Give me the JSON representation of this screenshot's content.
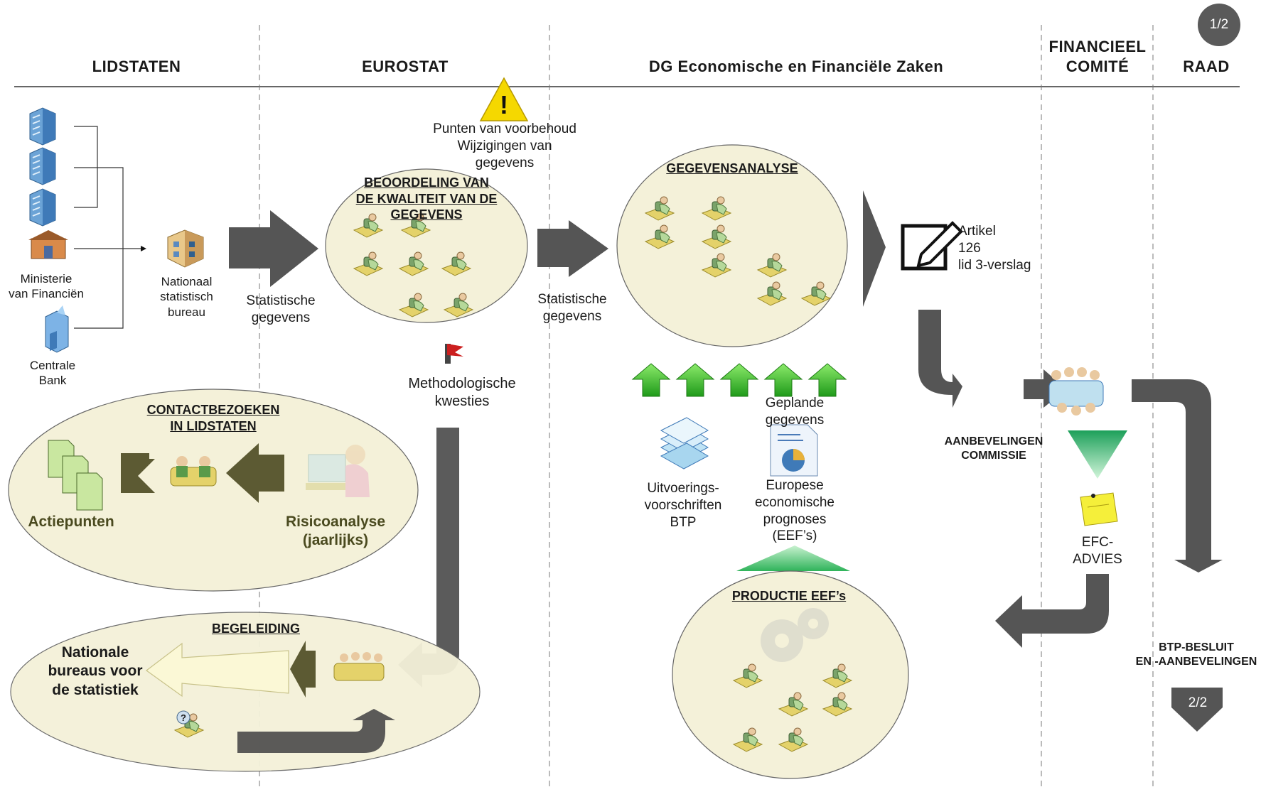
{
  "columns": {
    "lidstaten": "LIDSTATEN",
    "eurostat": "EUROSTAT",
    "dg": "DG Economische en Financiële Zaken",
    "financieel_comite": "FINANCIEEL\nCOMITÉ",
    "raad": "RAAD"
  },
  "pages": {
    "current": "1/2",
    "next": "2/2"
  },
  "lidstaten": {
    "ministerie": "Ministerie\nvan Financiën",
    "centrale_bank": "Centrale\nBank",
    "nsb": "Nationaal\nstatistisch\nbureau"
  },
  "flows": {
    "statistische_gegevens_1": "Statistische\ngegevens",
    "statistische_gegevens_2": "Statistische\ngegevens"
  },
  "eurostat": {
    "warning_text": "Punten van voorbehoud\nWijzigingen van\ngegevens",
    "quality_title": "BEOORDELING VAN\nDE KWALITEIT VAN DE\nGEGEVENS",
    "methodological": "Methodologische\nkwesties"
  },
  "contact": {
    "title": "CONTACTBEZOEKEN\nIN LIDSTATEN",
    "actiepunten": "Actiepunten",
    "risico": "Risicoanalyse\n(jaarlijks)"
  },
  "begeleiding": {
    "title": "BEGELEIDING",
    "national": "Nationale\nbureaus voor\nde statistiek"
  },
  "dg": {
    "analysis_title": "GEGEVENSANALYSE",
    "geplande": "Geplande\ngegevens",
    "uitvoering": "Uitvoerings-\nvoorschriften\nBTP",
    "eef": "Europese\neconomische\nprognoses\n(EEF’s)",
    "productie_title": "PRODUCTIE EEF’s"
  },
  "commissie": {
    "artikel": "Artikel\n126\n lid 3-verslag",
    "aanbevelingen": "AANBEVELINGEN\nCOMMISSIE"
  },
  "comite": {
    "efc": "EFC-\nADVIES"
  },
  "raad": {
    "besluit": "BTP-BESLUIT\nEN -AANBEVELINGEN"
  },
  "colors": {
    "dark_arrow": "#555555",
    "olive_arrow": "#5c5a33",
    "green_arrow": "#3aa52e",
    "ellipse_fill": "#f4f1d9",
    "warning": "#f5d800"
  }
}
